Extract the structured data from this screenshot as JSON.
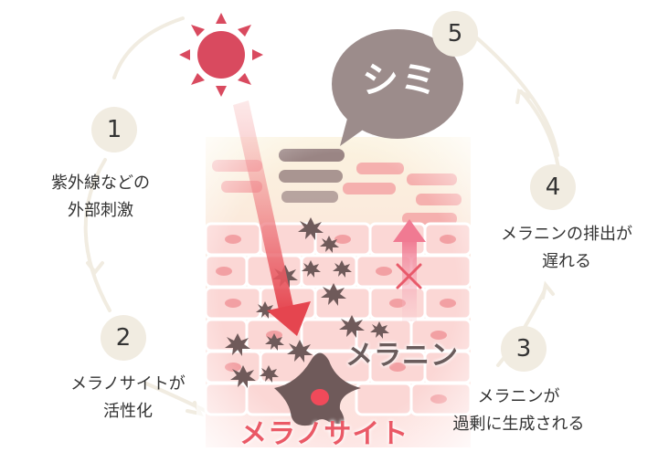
{
  "speech_bubble": {
    "text": "シミ",
    "color": "#9c8c8b"
  },
  "steps": [
    {
      "number": "1",
      "lines": [
        "紫外線などの",
        "外部刺激"
      ]
    },
    {
      "number": "2",
      "lines": [
        "メラノサイトが",
        "活性化"
      ]
    },
    {
      "number": "3",
      "lines": [
        "メラニンが",
        "過剰に生成される"
      ]
    },
    {
      "number": "4",
      "lines": [
        "メラニンの排出が",
        "遅れる"
      ]
    },
    {
      "number": "5",
      "lines": []
    }
  ],
  "labels": {
    "melanin": "メラニン",
    "melanocyte": "メラノサイト"
  },
  "icons": [
    "sun-icon",
    "uv-arrow-icon",
    "blocked-upward-arrow-icon",
    "cross-mark-icon",
    "cycle-arrow-icon"
  ],
  "colors": {
    "sun": "#d94a5f",
    "uv_arrow": "#e65a60",
    "up_arrow": "#f29fb0",
    "skin_cell": "#f5a9a9",
    "melanin_dark": "#6f5a5a",
    "cycle_circle": "#f1ece1"
  }
}
